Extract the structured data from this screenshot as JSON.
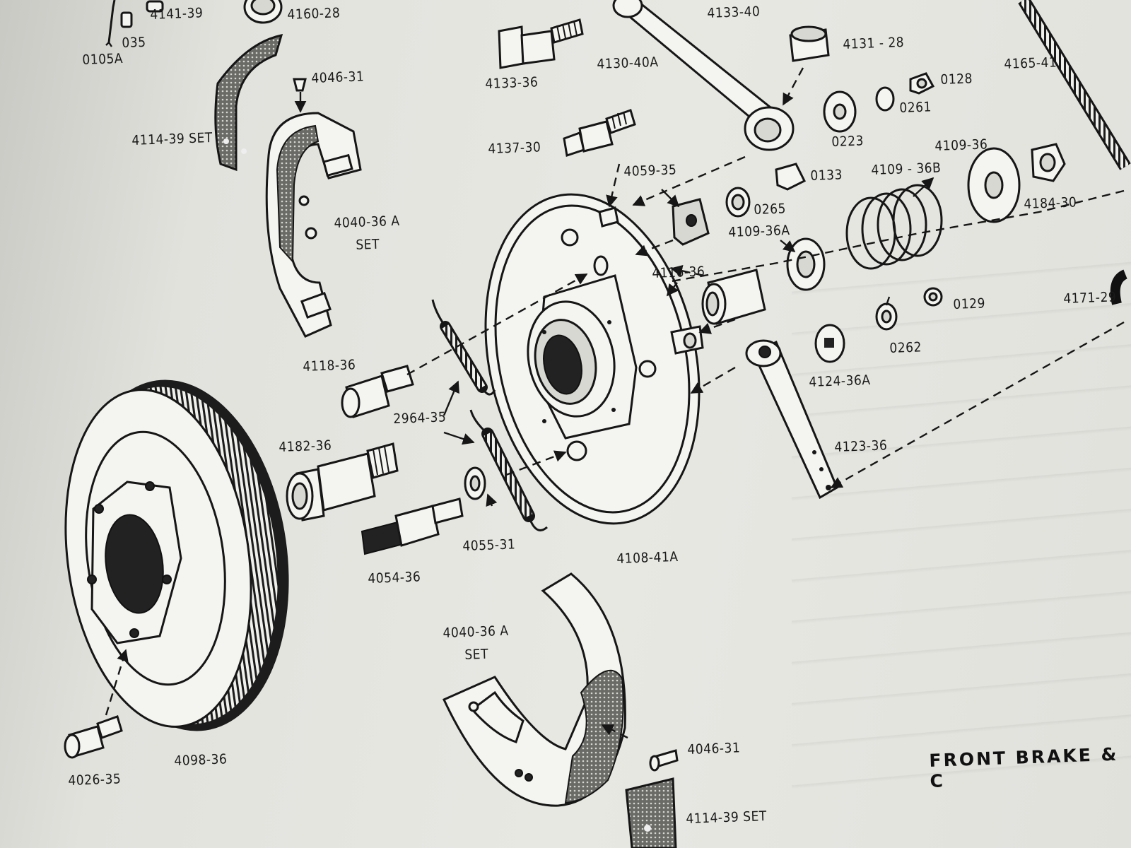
{
  "title": "FRONT BRAKE & C",
  "labels": {
    "l_0105a": "0105A",
    "l_035": "035",
    "l_4141_39": "4141-39",
    "l_4160_28": "4160-28",
    "l_4133_40": "4133-40",
    "l_4131_28": "4131 - 28",
    "l_4165_41": "4165-41",
    "l_4133_36": "4133-36",
    "l_4130_40a": "4130-40A",
    "l_0128": "0128",
    "l_0261": "0261",
    "l_4046_31_top": "4046-31",
    "l_4114_39_top": "4114-39 SET",
    "l_0223": "0223",
    "l_4109_36": "4109-36",
    "l_4137_30": "4137-30",
    "l_4059_35": "4059-35",
    "l_0133": "0133",
    "l_4109_36b": "4109 - 36B",
    "l_4184_30": "4184-30",
    "l_0265": "0265",
    "l_4040_36a_top": "4040-36 A",
    "l_set_top": "SET",
    "l_4109_36a": "4109-36A",
    "l_4116_36": "4116-36",
    "l_0129": "0129",
    "l_4171_29": "4171-29",
    "l_0262": "0262",
    "l_4118_36": "4118-36",
    "l_4124_36a": "4124-36A",
    "l_2964_35": "2964-35",
    "l_4182_36": "4182-36",
    "l_4123_36": "4123-36",
    "l_4055_31": "4055-31",
    "l_4054_36": "4054-36",
    "l_4108_41a": "4108-41A",
    "l_4040_36a_bottom": "4040-36 A",
    "l_set_bottom": "SET",
    "l_4046_31_bottom": "4046-31",
    "l_4026_35": "4026-35",
    "l_4098_36": "4098-36",
    "l_4114_39_bottom": "4114-39 SET"
  }
}
